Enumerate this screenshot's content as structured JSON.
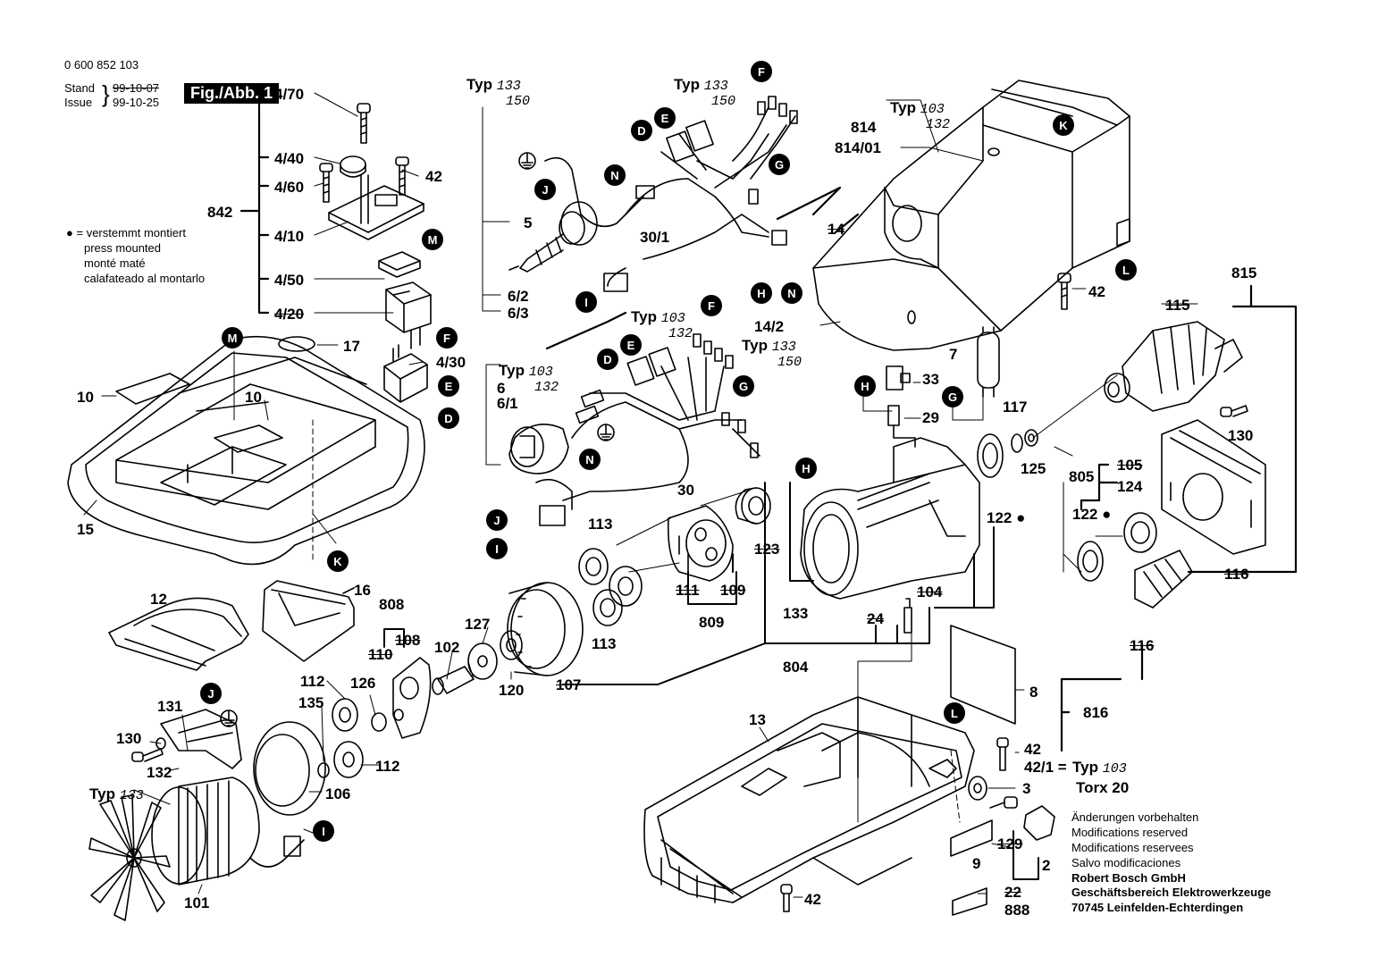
{
  "header": {
    "part_no": "0 600 852 103",
    "stand_label": "Stand",
    "stand_date": "99-10-07",
    "issue_label": "Issue",
    "issue_date": "99-10-25",
    "figure": "Fig./Abb. 1"
  },
  "legend_note": {
    "symbol": "● =",
    "lines": [
      "verstemmt montiert",
      "press mounted",
      "monté maté",
      "calafateado al montarlo"
    ]
  },
  "typ_labels": {
    "typ": "Typ",
    "t133_150_a": [
      "133",
      "150"
    ],
    "t133_150_b": [
      "133",
      "150"
    ],
    "t103_132_a": [
      "103",
      "132"
    ],
    "t103_132_b": [
      "103",
      "132"
    ],
    "t103_132_c": [
      "103",
      "132"
    ],
    "t133_150_c": [
      "133",
      "150"
    ],
    "t133_motor": "133",
    "t103_screw": "103"
  },
  "torx": "Torx 20",
  "footer": {
    "changes": [
      "Änderungen vorbehalten",
      "Modifications reserved",
      "Modifications reservees",
      "Salvo modificaciones"
    ],
    "company": [
      "Robert Bosch GmbH",
      "Geschäftsbereich Elektrowerkzeuge",
      "70745 Leinfelden-Echterdingen"
    ]
  },
  "part_labels": {
    "p4_70": "4/70",
    "p4_40": "4/40",
    "p4_60": "4/60",
    "p842": "842",
    "p4_10": "4/10",
    "p4_50": "4/50",
    "p4_20": "4/20",
    "p4_30": "4/30",
    "p42_a": "42",
    "p42_b": "42",
    "p42_c": "42",
    "p42_d": "42",
    "p42_1": "42/1 =",
    "p17": "17",
    "p10_a": "10",
    "p10_b": "10",
    "p15": "15",
    "p16": "16",
    "p12": "12",
    "p5": "5",
    "p6_2": "6/2",
    "p6_3": "6/3",
    "p30_1": "30/1",
    "p6": "6",
    "p6_1": "6/1",
    "p30": "30",
    "p814": "814",
    "p814_01": "814/01",
    "p14": "14",
    "p14_2": "14/2",
    "p7": "7",
    "p33": "33",
    "p29": "29",
    "p117": "117",
    "p125": "125",
    "p122_a": "122 ●",
    "p122_b": "122 ●",
    "p815": "815",
    "p115": "115",
    "p130_a": "130",
    "p130_b": "130",
    "p805": "805",
    "p105": "105",
    "p124": "124",
    "p116_a": "116",
    "p116_b": "116",
    "p816": "816",
    "p113_a": "113",
    "p113_b": "113",
    "p123": "123",
    "p133": "133",
    "p111": "111",
    "p109": "109",
    "p809": "809",
    "p104": "104",
    "p24": "24",
    "p804": "804",
    "p808": "808",
    "p108": "108",
    "p110": "110",
    "p127": "127",
    "p102": "102",
    "p120": "120",
    "p107": "107",
    "p112_a": "112",
    "p112_b": "112",
    "p126": "126",
    "p135": "135",
    "p106": "106",
    "p131": "131",
    "p132": "132",
    "p101": "101",
    "p8": "8",
    "p13": "13",
    "p3": "3",
    "p2": "2",
    "p129": "129",
    "p9": "9",
    "p22": "22",
    "p888": "888"
  },
  "callouts": {
    "F": "F",
    "E": "E",
    "D": "D",
    "G": "G",
    "N": "N",
    "J": "J",
    "I": "I",
    "H": "H",
    "K": "K",
    "L": "L",
    "M": "M"
  }
}
